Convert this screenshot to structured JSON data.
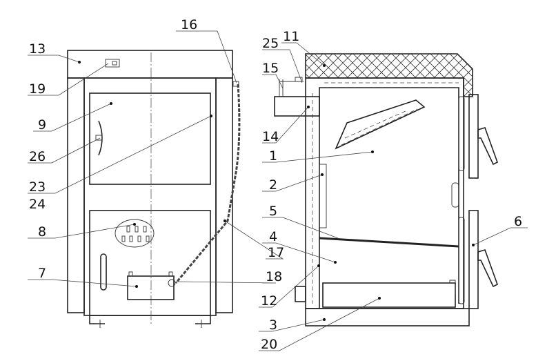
{
  "labels": {
    "l13": "13",
    "l19": "19",
    "l9": "9",
    "l26": "26",
    "l23": "23",
    "l24": "24",
    "l8": "8",
    "l7": "7",
    "l16": "16",
    "l17": "17",
    "l18": "18",
    "l11": "11",
    "l25": "25",
    "l15": "15",
    "l14": "14",
    "l1": "1",
    "l2": "2",
    "l5": "5",
    "l4": "4",
    "l12": "12",
    "l3": "3",
    "l20": "20",
    "l6": "6"
  }
}
